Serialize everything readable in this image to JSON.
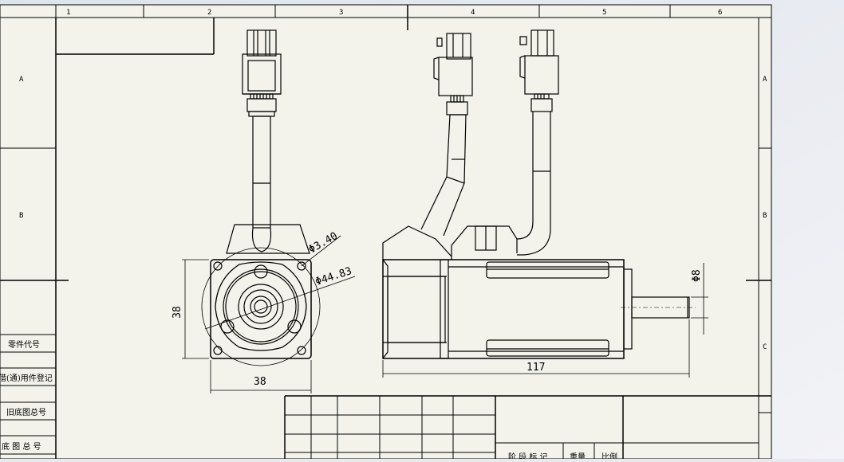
{
  "zone_columns": [
    "1",
    "2",
    "3",
    "4",
    "5",
    "6"
  ],
  "zone_rows_left": [
    "A",
    "B"
  ],
  "zone_rows_right": [
    "A",
    "B",
    "C"
  ],
  "dimensions": {
    "front_height": "38",
    "front_width": "38",
    "bolt_hole_dia": "Φ3.40",
    "pitch_circle_dia": "Φ44.83",
    "length": "117",
    "shaft_dia": "Φ8"
  },
  "side_labels": [
    "零件代号",
    "借(通)用件登记",
    "旧底图总号",
    "底 图 总 号"
  ],
  "title_block_labels": [
    "阶 段 标 记",
    "重量",
    "比例"
  ],
  "colors": {
    "sheet": "#f3f3ec",
    "line": "#000000",
    "viewport_bg": "#e3e6ee"
  }
}
